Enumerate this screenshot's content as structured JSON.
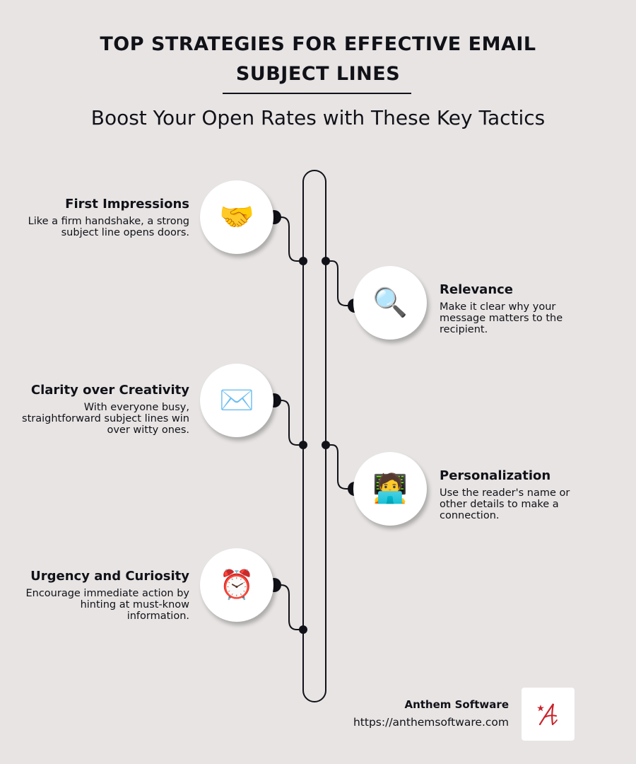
{
  "header": {
    "title_line1": "TOP STRATEGIES FOR EFFECTIVE EMAIL",
    "title_line2": "SUBJECT LINES",
    "subtitle": "Boost Your Open Rates with These Key Tactics"
  },
  "strategies": [
    {
      "icon": "handshake-icon",
      "emoji": "🤝",
      "title": "First Impressions",
      "description": "Like a firm handshake, a strong subject line opens doors."
    },
    {
      "icon": "magnifying-glass-icon",
      "emoji": "🔍",
      "title": "Relevance",
      "description": "Make it clear why your message matters to the recipient."
    },
    {
      "icon": "envelope-icon",
      "emoji": "✉️",
      "title": "Clarity over Creativity",
      "description": "With everyone busy, straightforward subject lines win over witty ones."
    },
    {
      "icon": "person-laptop-icon",
      "emoji": "🧑‍💻",
      "title": "Personalization",
      "description": "Use the reader's name or other details to make a connection."
    },
    {
      "icon": "alarm-clock-icon",
      "emoji": "⏰",
      "title": "Urgency and Curiosity",
      "description": "Encourage immediate action by hinting at must-know information."
    }
  ],
  "footer": {
    "company": "Anthem Software",
    "url": "https://anthemsoftware.com",
    "logo_icon": "anthem-logo-icon"
  },
  "colors": {
    "background": "#e7e4e3",
    "ink": "#111118",
    "logo_red": "#c8242b"
  }
}
